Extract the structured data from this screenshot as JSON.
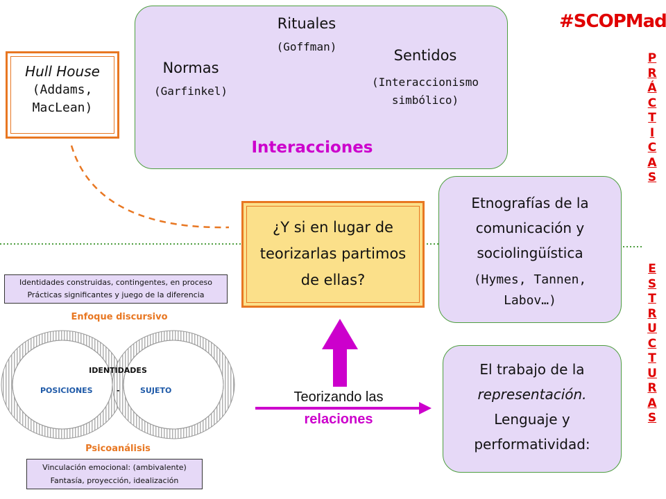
{
  "hashtag": "#SCOPMad",
  "side": {
    "practicas": [
      "P",
      "R",
      "Á",
      "C",
      "T",
      "I",
      "C",
      "A",
      "S"
    ],
    "estructuras": [
      "E",
      "S",
      "T",
      "R",
      "U",
      "C",
      "T",
      "U",
      "R",
      "A",
      "S"
    ]
  },
  "hull": {
    "title": "Hull House",
    "authors": "(Addams,\nMacLean)"
  },
  "interacciones": {
    "title": "Interacciones",
    "rituales": "Rituales",
    "rituales_author": "(Goffman)",
    "normas": "Normas",
    "normas_author": "(Garfinkel)",
    "sentidos": "Sentidos",
    "sentidos_author": "(Interaccionismo\nsimbólico)"
  },
  "question": "¿Y si en lugar de teorizarlas partimos de ellas?",
  "etnografias": {
    "title": "Etnografías de la comunicación y sociolingüística",
    "authors": "(Hymes, Tannen, Labov…)"
  },
  "representacion": {
    "line1": "El trabajo de la",
    "line2": "representación.",
    "line3": "Lenguaje y performatividad:"
  },
  "teorizando": {
    "line1": "Teorizando las",
    "line2": "relaciones"
  },
  "identidades": {
    "top_box": [
      "Identidades construidas, contingentes, en proceso",
      "Prácticas significantes y juego de la diferencia"
    ],
    "enfoque": "Enfoque discursivo",
    "center": "IDENTIDADES",
    "posiciones": "POSICIONES",
    "dash": "-",
    "sujeto": "SUJETO",
    "psico": "Psicoanálisis",
    "bottom_box": [
      "Vinculación emocional: (ambivalente)",
      "Fantasía, proyección, idealización"
    ]
  },
  "colors": {
    "accent": "#cc00cc",
    "orange": "#e87722",
    "green": "#4d9e3f",
    "lilac": "#e6d9f7",
    "yellow": "#fbe08a",
    "red": "#e00000"
  }
}
